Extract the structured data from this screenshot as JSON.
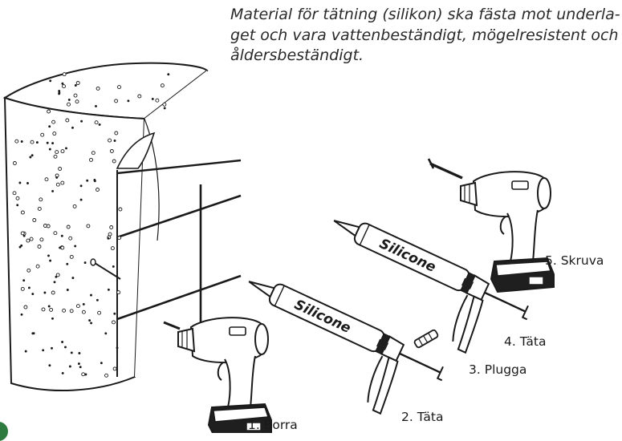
{
  "caption": {
    "lines": [
      "Material för tätning (silikon) ska fästa mot underla-",
      "get och vara vattenbeständigt, mögelresistent och",
      "åldersbeständigt."
    ]
  },
  "steps": [
    {
      "label": "1. Borra"
    },
    {
      "label": "2. Täta"
    },
    {
      "label": "3. Plugga"
    },
    {
      "label": "4. Täta"
    },
    {
      "label": "5. Skruva"
    }
  ],
  "cartridge": {
    "brand_text": "Silicone"
  },
  "colors": {
    "line": "#1a1a1a",
    "badge": "#2f7a3f"
  }
}
